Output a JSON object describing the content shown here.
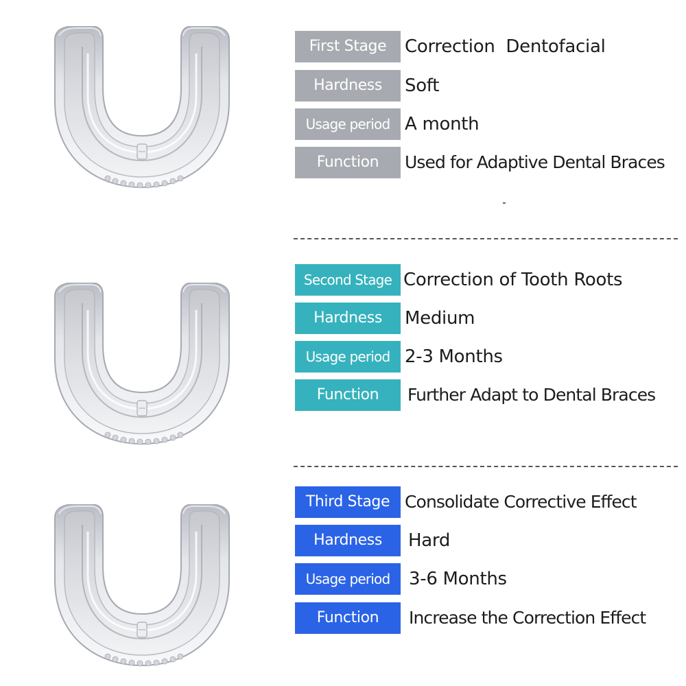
{
  "colors": {
    "stage1_tag": "#a8aab1",
    "stage2_tag": "#35b2bd",
    "stage3_tag": "#2b63e6",
    "divider": "#555555"
  },
  "stages": [
    {
      "tags": {
        "stage": "First Stage",
        "hardness": "Hardness",
        "usage": "Usage period",
        "function": "Function"
      },
      "values": {
        "stage": "Correction  Dentofacial",
        "hardness": "Soft",
        "usage": "A month",
        "function": "Used for Adaptive Dental Braces"
      }
    },
    {
      "tags": {
        "stage": "Second Stage",
        "hardness": "Hardness",
        "usage": "Usage period",
        "function": "Function"
      },
      "values": {
        "stage": "Correction of Tooth Roots",
        "hardness": "Medium",
        "usage": "2-3 Months",
        "function": "Further Adapt to Dental Braces"
      }
    },
    {
      "tags": {
        "stage": "Third Stage",
        "hardness": "Hardness",
        "usage": "Usage period",
        "function": "Function"
      },
      "values": {
        "stage": "Consolidate Corrective Effect",
        "hardness": "Hard",
        "usage": "3-6 Months",
        "function": "Increase the Correction Effect"
      }
    }
  ]
}
